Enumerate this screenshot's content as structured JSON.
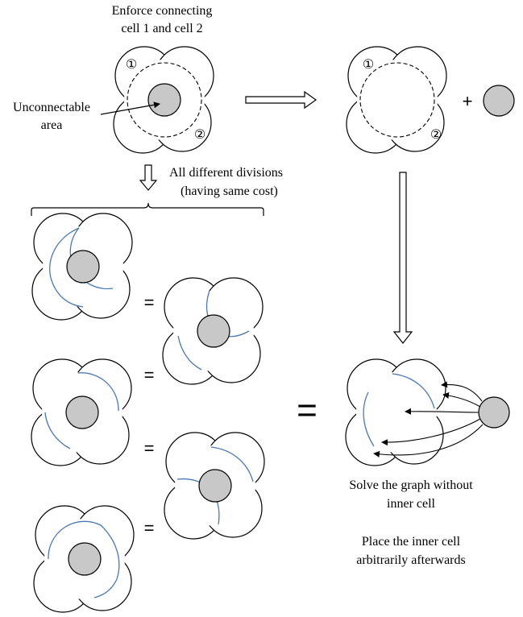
{
  "labels": {
    "enforce_line1": "Enforce connecting",
    "enforce_line2": "cell 1 and cell 2",
    "unconnectable_line1": "Unconnectable",
    "unconnectable_line2": "area",
    "divisions_line1": "All different divisions",
    "divisions_line2": "(having same cost)",
    "solve_line1": "Solve the graph without",
    "solve_line2": "inner cell",
    "place_line1": "Place the inner cell",
    "place_line2": "arbitrarily afterwards"
  },
  "cell_markers": {
    "one": "①",
    "two": "②"
  },
  "symbols": {
    "plus": "+",
    "equals_small": "=",
    "equals_big": "="
  },
  "colors": {
    "outline": "#000000",
    "inner_cell_fill": "#c8c8c8",
    "division_line": "#4a78b8",
    "background": "#ffffff"
  }
}
